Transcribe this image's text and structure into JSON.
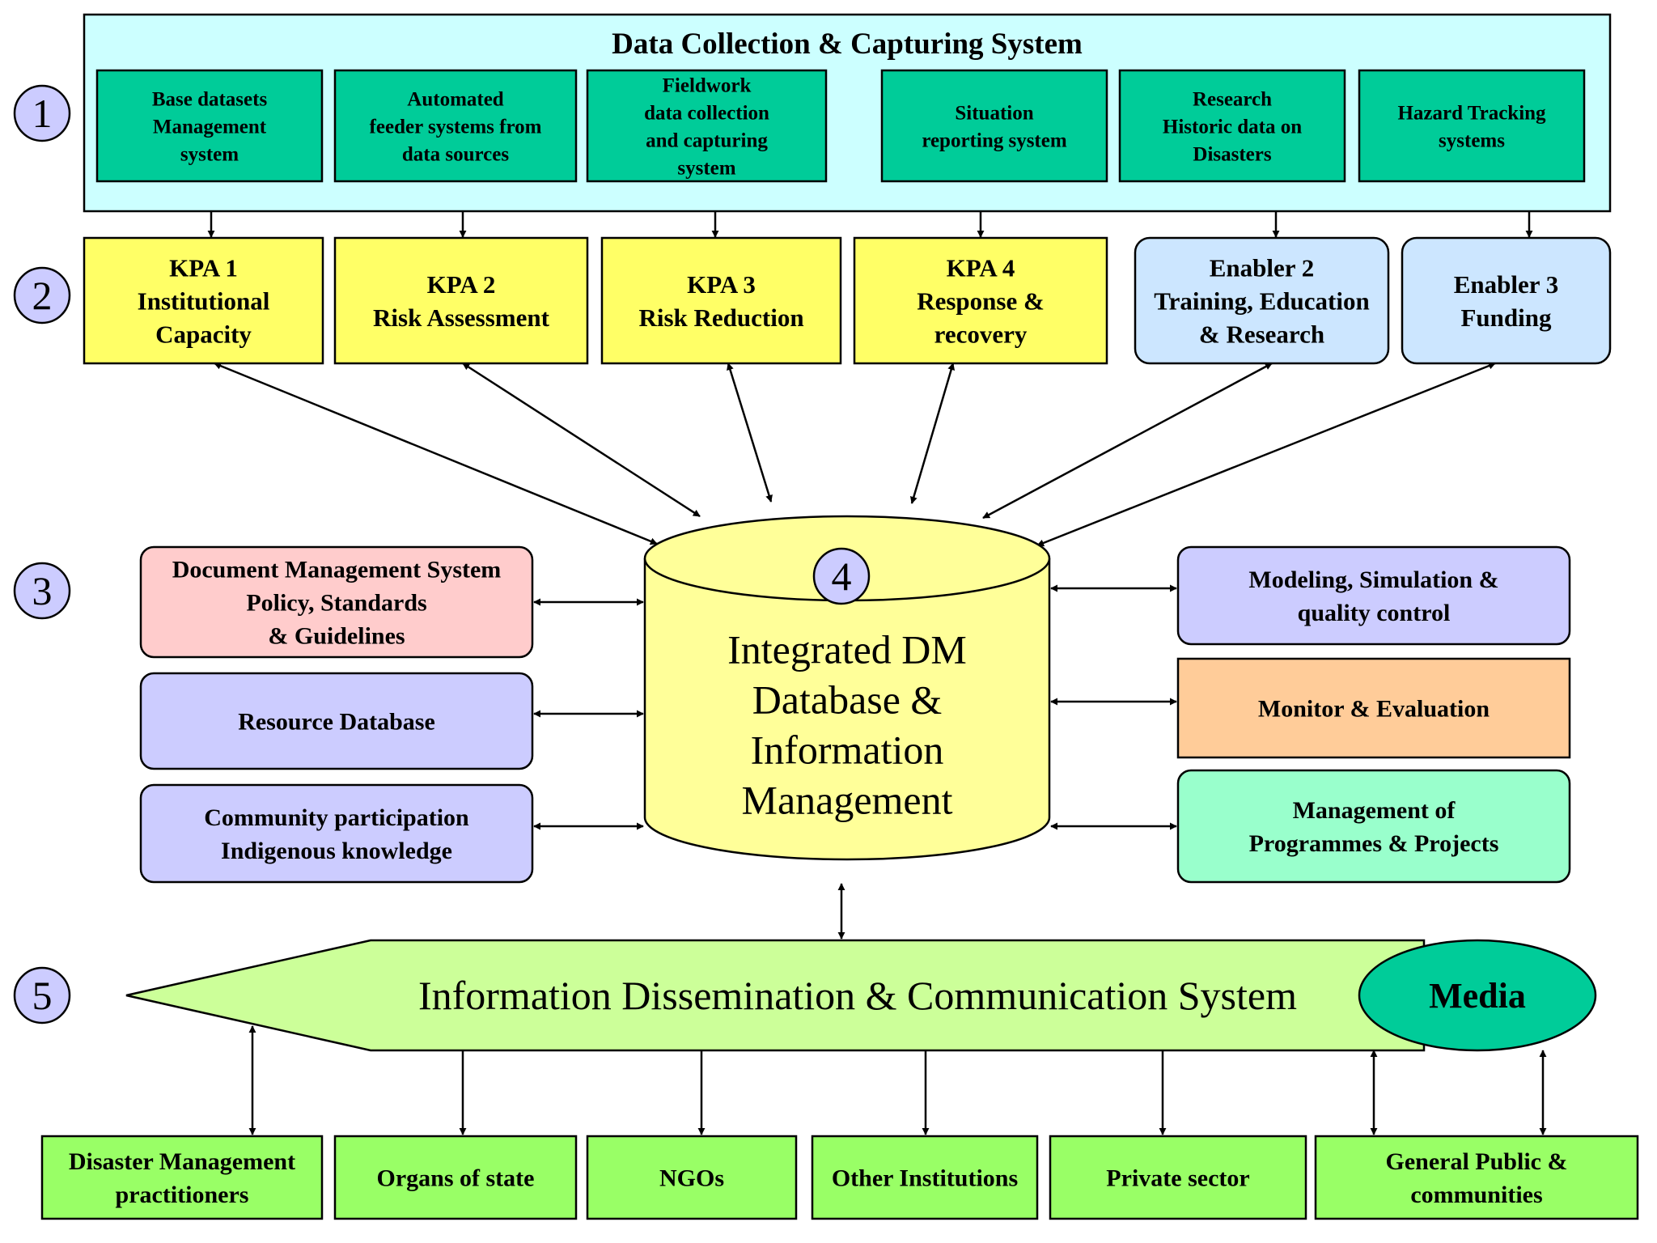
{
  "colors": {
    "cyan_panel": "#ccffff",
    "teal_box": "#00cc99",
    "kpa_yellow": "#ffff66",
    "enabler_blue": "#cce6ff",
    "db_yellow": "#ffff99",
    "pink": "#ffcccc",
    "lavender": "#ccccff",
    "orange": "#ffcc99",
    "mint": "#99ffcc",
    "lime_arrow": "#ccff99",
    "green_box": "#99ff66",
    "circle_fill": "#ccccff"
  },
  "step_numbers": [
    "1",
    "2",
    "3",
    "4",
    "5"
  ],
  "data_collection": {
    "title": "Data Collection & Capturing System",
    "items": [
      [
        "Base datasets",
        "Management",
        "system"
      ],
      [
        "Automated",
        "feeder systems from",
        "data sources"
      ],
      [
        "Fieldwork",
        "data collection",
        "and capturing",
        "system"
      ],
      [
        "Situation",
        "reporting system"
      ],
      [
        "Research",
        "Historic data    on",
        "Disasters"
      ],
      [
        "Hazard Tracking",
        "systems"
      ]
    ]
  },
  "kpas": [
    [
      "KPA 1",
      "Institutional",
      "Capacity"
    ],
    [
      "KPA 2",
      "Risk Assessment"
    ],
    [
      "KPA 3",
      "Risk Reduction"
    ],
    [
      "KPA 4",
      "Response &",
      "recovery"
    ]
  ],
  "enablers": [
    [
      "Enabler 2",
      "Training, Education",
      "& Research"
    ],
    [
      "Enabler 3",
      "Funding"
    ]
  ],
  "database": {
    "lines": [
      "Integrated DM",
      "Database &",
      "Information",
      "Management"
    ]
  },
  "left_modules": [
    [
      "Document Management System",
      "Policy, Standards",
      "& Guidelines"
    ],
    [
      "Resource Database"
    ],
    [
      "Community participation",
      "Indigenous knowledge"
    ]
  ],
  "right_modules": [
    [
      "Modeling, Simulation &",
      "quality control"
    ],
    [
      "Monitor & Evaluation"
    ],
    [
      "Management of",
      "Programmes & Projects"
    ]
  ],
  "dissemination": {
    "label": "Information Dissemination & Communication System",
    "media": "Media"
  },
  "stakeholders": [
    [
      "Disaster Management",
      "practitioners"
    ],
    [
      "Organs of state"
    ],
    [
      "NGOs"
    ],
    [
      "Other Institutions"
    ],
    [
      "Private sector"
    ],
    [
      "General Public &",
      "communities"
    ]
  ]
}
